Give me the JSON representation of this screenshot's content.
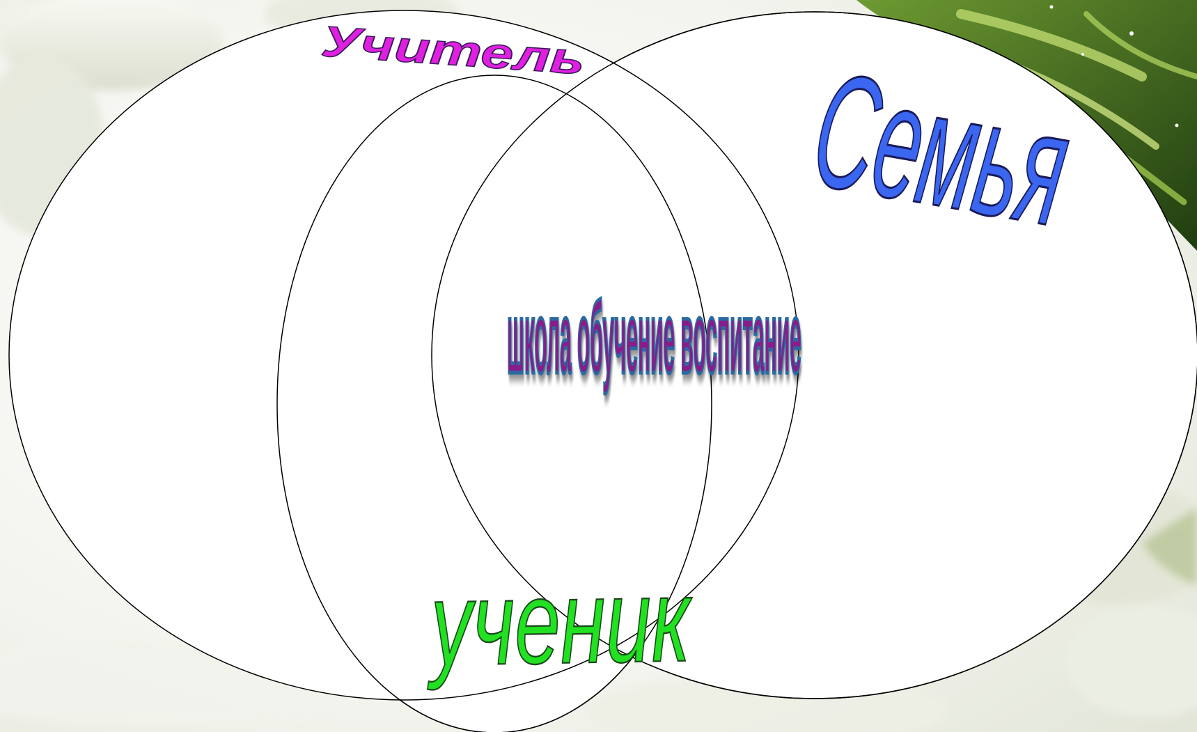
{
  "diagram": {
    "labels": {
      "teacher": "Учитель",
      "family": "Семья",
      "student": "ученик",
      "center": "школа обучение воспитание"
    },
    "colors": {
      "teacher_fill": "#E020E0",
      "family_fill": "#3A66F0",
      "student_fill": "#22E022",
      "center_fill": "#8A1A8A",
      "center_outline": "#2A6AA0",
      "text_outline": "#3A1A5A",
      "ellipse_stroke": "#000000",
      "ellipse_fill": "#FFFFFF",
      "background": "#F4F6F0"
    }
  }
}
